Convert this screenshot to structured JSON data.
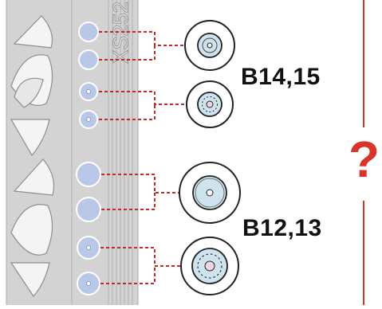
{
  "fret_code": "XS252",
  "labels": {
    "upper_group": "B14,15",
    "lower_group": "B12,13"
  },
  "question_mark": "?",
  "colors": {
    "fret_fill": "#d3d3d3",
    "fret_edge": "#a9a9a9",
    "part_blue": "#b9c8e8",
    "dash_red": "#c62828",
    "accent_red": "#d9342a",
    "detail_blue": "#cfe3ee"
  },
  "icons": [
    "windscreen-part-icon",
    "wheel-detail-icon",
    "question-mark-icon"
  ]
}
